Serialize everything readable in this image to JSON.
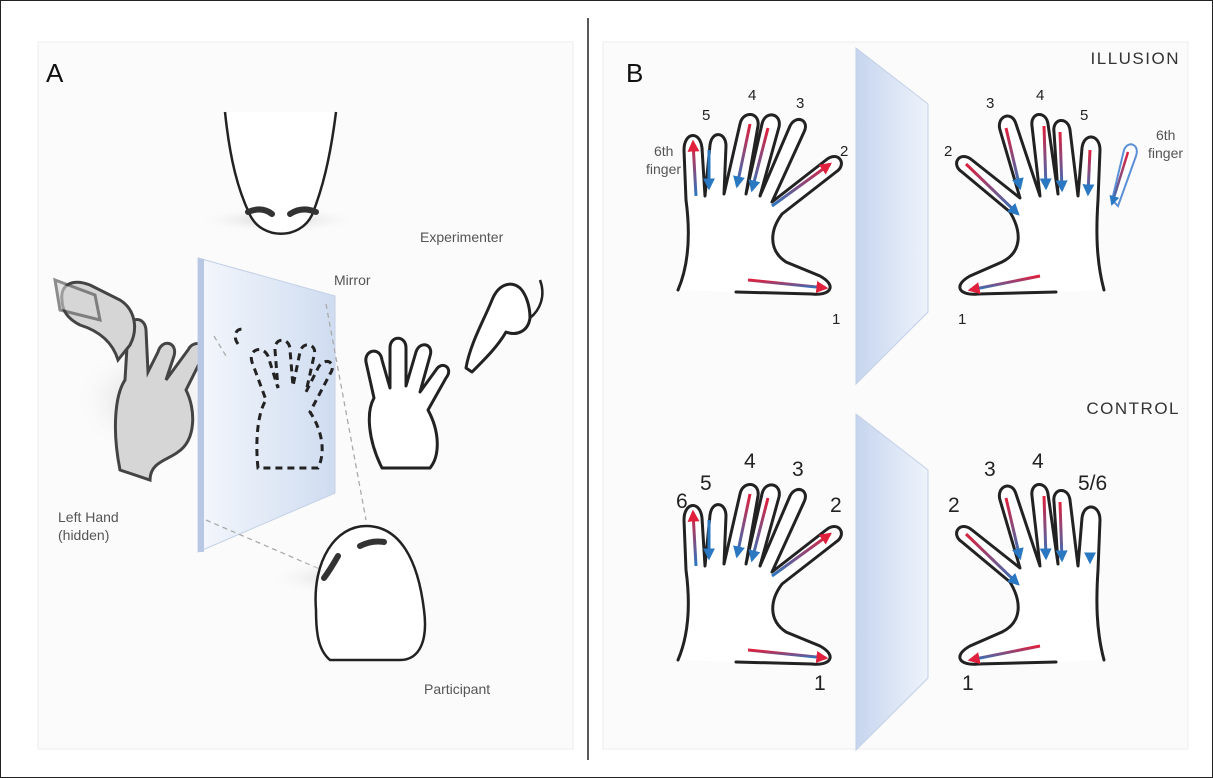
{
  "panels": {
    "a": {
      "letter": "A",
      "labels": {
        "experimenter": "Experimenter",
        "mirror": "Mirror",
        "left_hand_line1": "Left Hand",
        "left_hand_line2": "(hidden)",
        "participant": "Participant"
      }
    },
    "b": {
      "letter": "B",
      "illusion": {
        "title": "ILLUSION",
        "left_hand": {
          "numbers": [
            "5",
            "4",
            "3",
            "2",
            "1"
          ],
          "extra_line1": "6th",
          "extra_line2": "finger"
        },
        "right_hand": {
          "numbers": [
            "3",
            "4",
            "5",
            "2",
            "1"
          ],
          "extra_line1": "6th",
          "extra_line2": "finger"
        }
      },
      "control": {
        "title": "CONTROL",
        "left_hand": {
          "numbers": [
            "6",
            "5",
            "4",
            "3",
            "2",
            "1"
          ]
        },
        "right_hand": {
          "numbers": [
            "3",
            "4",
            "5/6",
            "2",
            "1"
          ]
        }
      }
    }
  },
  "colors": {
    "stroke_red": "#e0203c",
    "stroke_blue": "#2b78c2",
    "mirror_tint": "#dde6f5",
    "outline": "#222222"
  }
}
